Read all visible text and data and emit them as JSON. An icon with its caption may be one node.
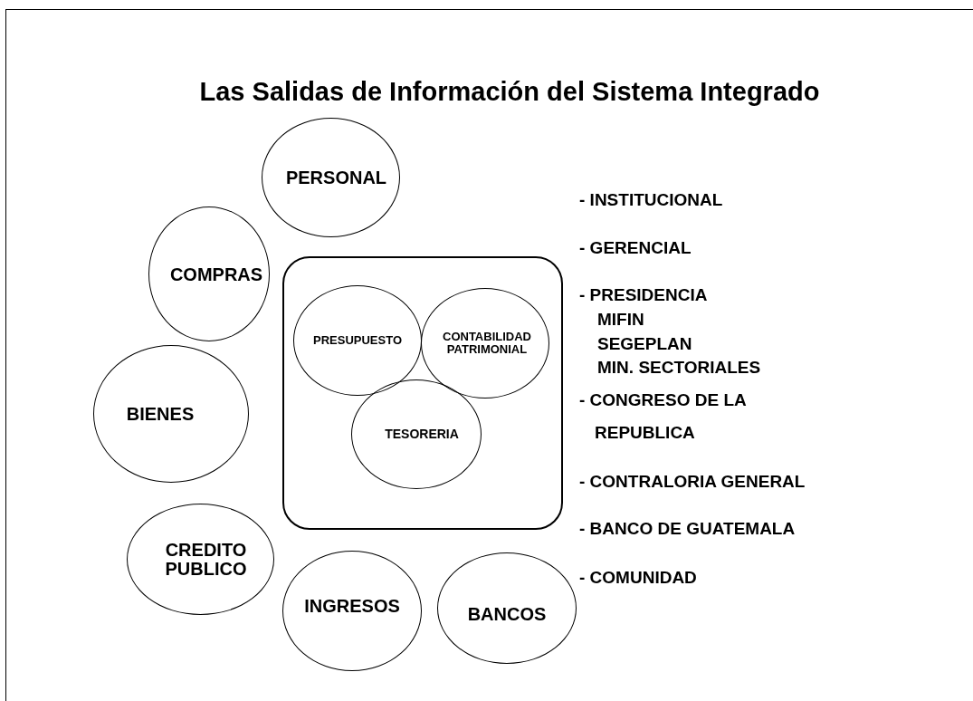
{
  "diagram": {
    "title": "Las Salidas de Información del Sistema Integrado",
    "nodes": [
      {
        "text": [
          "PERSONAL"
        ]
      },
      {
        "text": [
          "COMPRAS"
        ]
      },
      {
        "text": [],
        "shape": "box"
      },
      {
        "text": [
          "PRESUPUESTO"
        ],
        "in": 2
      },
      {
        "text": [
          "CONTABILIDAD PATRIMONIAL"
        ],
        "in": 2
      },
      {
        "text": [
          "TESORERIA"
        ],
        "in": 2
      },
      {
        "text": [
          "BIENES"
        ]
      },
      {
        "text": [
          "CREDITO PUBLICO"
        ]
      },
      {
        "text": [
          "INGRESOS"
        ]
      },
      {
        "text": [
          "BANCOS"
        ]
      }
    ],
    "labels": [
      "- INSTITUCIONAL",
      "- GERENCIAL",
      "- PRESIDENCIA",
      "MIFIN",
      "SEGEPLAN",
      "MIN. SECTORIALES",
      "- CONGRESO DE LA REPUBLICA",
      "- CONTRALORIA GENERAL",
      "- BANCO DE GUATEMALA",
      "- COMUNIDAD"
    ]
  }
}
